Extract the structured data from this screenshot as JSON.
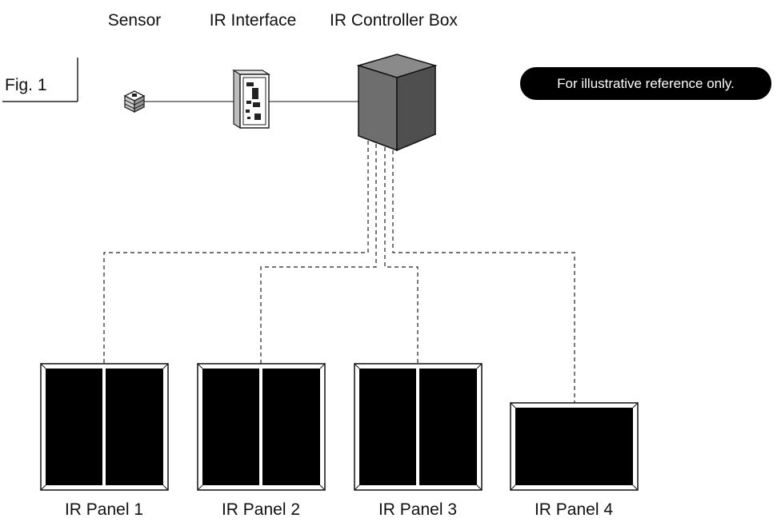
{
  "labels": {
    "sensor": "Sensor",
    "ir_interface": "IR Interface",
    "controller_box": "IR Controller Box"
  },
  "figure_label": "Fig. 1",
  "note": "For illustrative reference only.",
  "panels": [
    {
      "label": "IR Panel 1",
      "style": "split"
    },
    {
      "label": "IR Panel 2",
      "style": "split"
    },
    {
      "label": "IR Panel 3",
      "style": "split"
    },
    {
      "label": "IR Panel 4",
      "style": "single"
    }
  ],
  "colors": {
    "line": "#222222",
    "panel_fill": "#000000",
    "box_front": "#6e6e6e",
    "box_top": "#8a8a8a",
    "box_side": "#4f4f4f",
    "note_bg": "#000000",
    "note_text": "#ffffff"
  }
}
